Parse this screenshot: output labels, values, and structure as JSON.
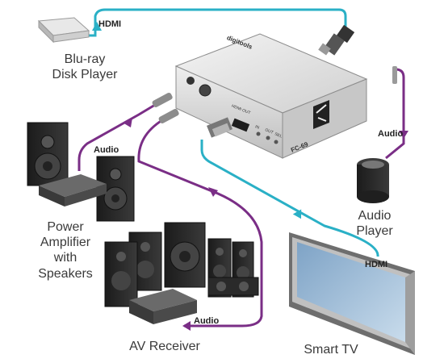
{
  "labels": {
    "bluray": "Blu-ray\nDisk Player",
    "power_amp": "Power\nAmplifier\nwith\nSpeakers",
    "av_receiver": "AV Receiver",
    "audio_player": "Audio\nPlayer",
    "smart_tv": "Smart TV",
    "hdmi_in": "HDMI",
    "hdmi_out": "HDMI",
    "audio_amp": "Audio",
    "audio_player_link": "Audio",
    "audio_receiver": "Audio"
  },
  "device": {
    "brand_top": "digitools",
    "model": "FC-69",
    "front_labels": [
      "HDMI OUT",
      "IN",
      "OUT",
      "SEL"
    ]
  },
  "colors": {
    "hdmi_cable": "#2ab0c6",
    "audio_cable": "#7a2e86",
    "device_body": "#d9d9d9",
    "speaker": "#2b2b2b"
  }
}
